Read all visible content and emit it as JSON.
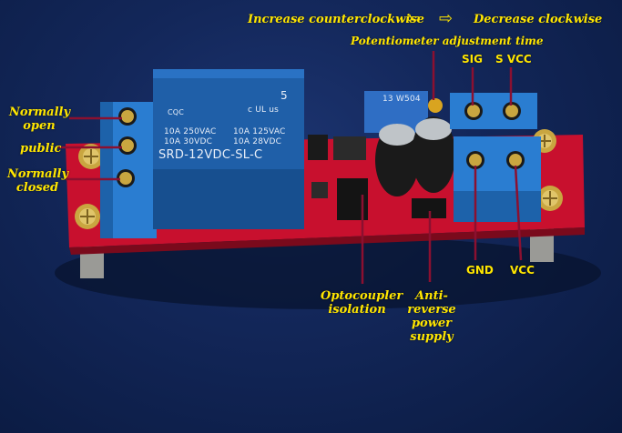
{
  "image": {
    "subject": "relay-module-board"
  },
  "labels": {
    "increase": "Increase counterclockwise",
    "decrease": "Decrease clockwise",
    "potentiometer": "Potentiometer adjustment time",
    "sig": "SIG",
    "svcc": "S VCC",
    "normally_open": "Normally open",
    "public": "public",
    "normally_closed": "Normally closed",
    "gnd": "GND",
    "vcc": "VCC",
    "optocoupler": "Optocoupler isolation",
    "anti_reverse": "Anti-reverse power supply"
  },
  "relay": {
    "line1_left": "10A 250VAC",
    "line2_left": "10A  30VDC",
    "line1_right": "10A 125VAC",
    "line2_right": "10A  28VDC",
    "model": "SRD-12VDC-SL-C",
    "mark_left": "CQC",
    "mark_ul": "c UL us",
    "mark_5": "5"
  },
  "potentiometer": {
    "code": "13 W504"
  },
  "colors": {
    "label": "#ffe600",
    "callout_line": "#8b1030",
    "relay_body": "#1f5fa8",
    "terminal_blue": "#2a7dd1",
    "pcb_red": "#c8102e"
  }
}
